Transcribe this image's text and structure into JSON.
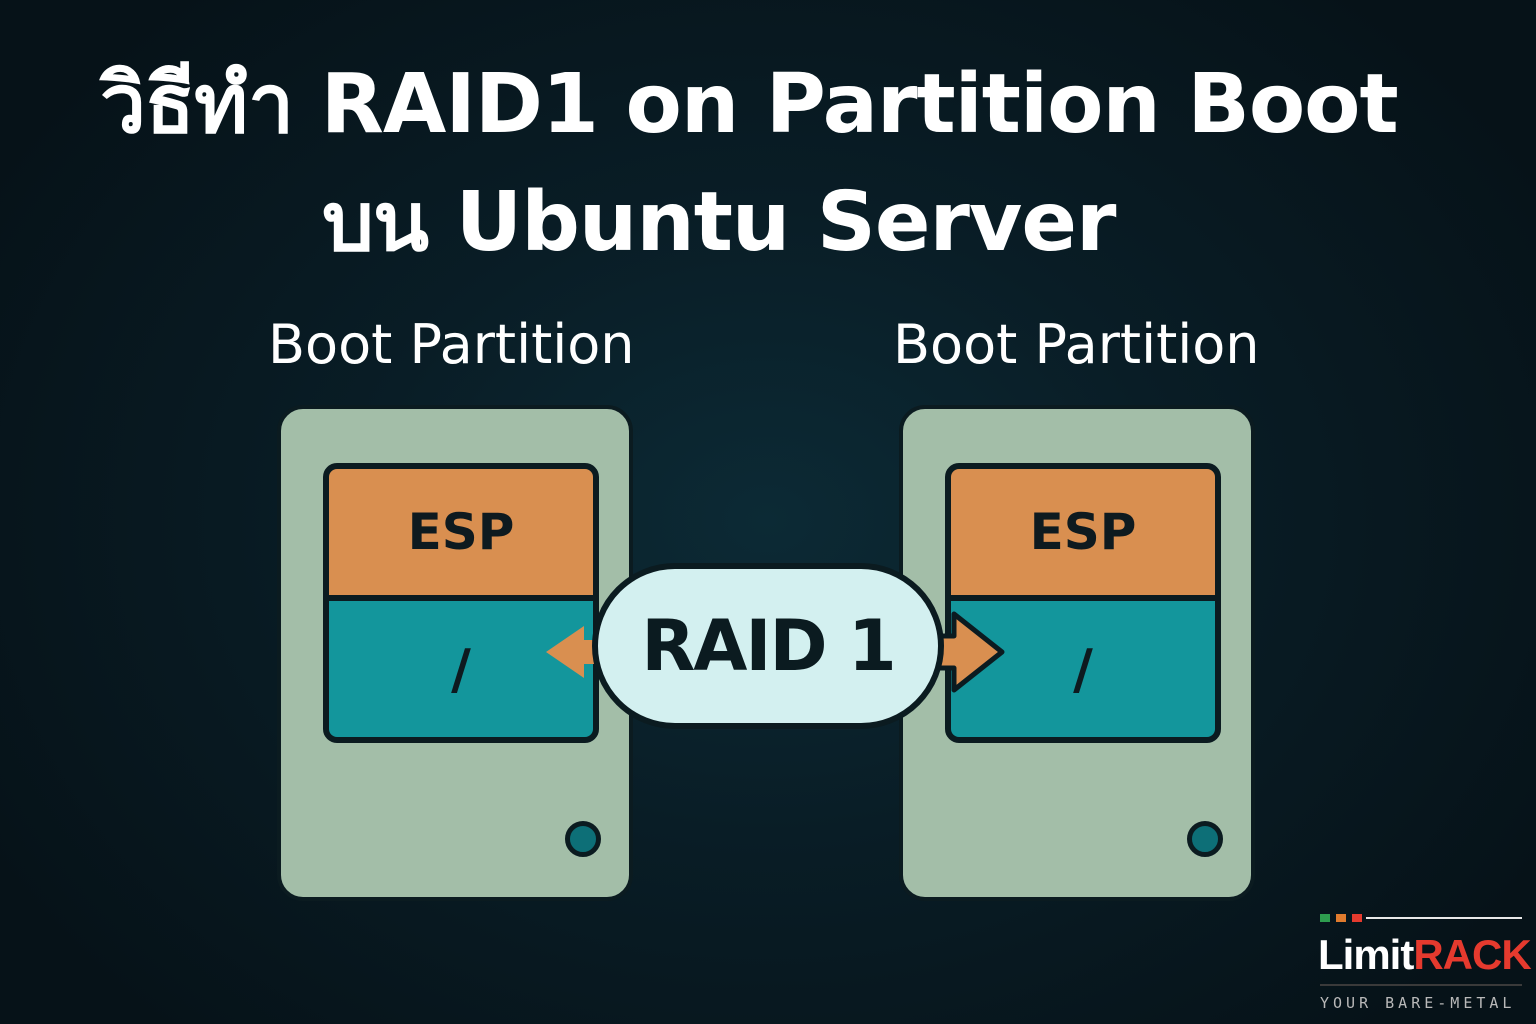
{
  "title": {
    "line1": "วิธีทำ RAID1 on Partition Boot",
    "line2": "บน Ubuntu Server"
  },
  "disks": [
    {
      "label": "Boot Partition",
      "partitions": {
        "esp": "ESP",
        "root": "/"
      }
    },
    {
      "label": "Boot Partition",
      "partitions": {
        "esp": "ESP",
        "root": "/"
      }
    }
  ],
  "raid": {
    "label": "RAID 1"
  },
  "logo": {
    "word_part1": "Limit",
    "word_part2": "RACK",
    "tagline": "YOUR BARE-METAL"
  },
  "colors": {
    "background": "#091d26",
    "disk_body": "#a3bea8",
    "esp_partition": "#d98f50",
    "root_partition": "#13969c",
    "raid_pill": "#d3f0f0",
    "arrow": "#d98f50",
    "logo_accent": "#e53a2e",
    "logo_green": "#2e9d4f"
  },
  "icons": [
    "left-arrow-icon",
    "right-arrow-icon",
    "disk-led-icon"
  ]
}
